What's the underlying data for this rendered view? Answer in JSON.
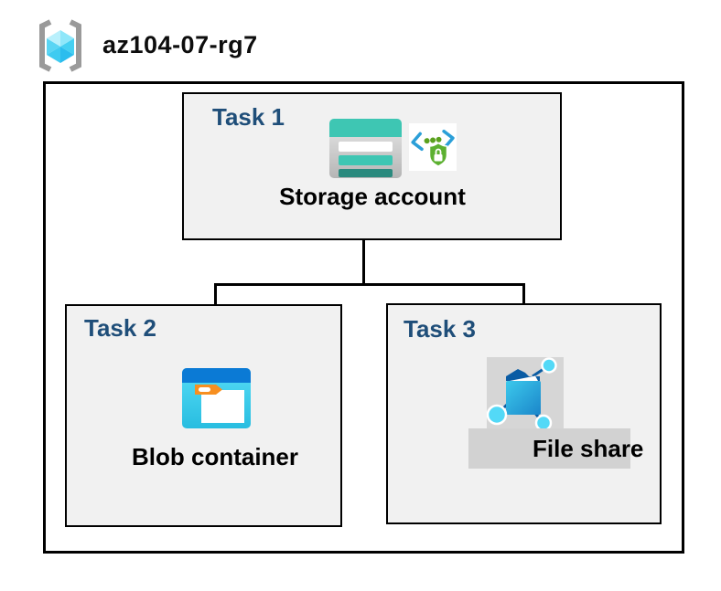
{
  "header": {
    "resource_group_name": "az104-07-rg7",
    "icon": "resource-group-icon"
  },
  "tasks": [
    {
      "label": "Task 1",
      "resource": "Storage account",
      "icons": [
        "storage-account-icon",
        "secure-access-icon"
      ]
    },
    {
      "label": "Task 2",
      "resource": "Blob container",
      "icons": [
        "blob-container-icon"
      ]
    },
    {
      "label": "Task 3",
      "resource": "File share",
      "icons": [
        "file-share-icon"
      ]
    }
  ],
  "connections": [
    {
      "from": "Storage account",
      "to": "Blob container"
    },
    {
      "from": "Storage account",
      "to": "File share"
    }
  ],
  "colors": {
    "task_label": "#1F4E79",
    "task_box_fill": "#F1F1F1",
    "border": "#000000",
    "highlight_gray": "#D6D6D6",
    "storage_teal": "#3EC6B3",
    "storage_teal_dark": "#2A8A7E",
    "azure_blue": "#0B7AD5",
    "cyan": "#53D9F7",
    "folder_tab_orange": "#F78F20",
    "shield_green": "#5CB030",
    "rg_bracket_gray": "#9A9A9A"
  }
}
